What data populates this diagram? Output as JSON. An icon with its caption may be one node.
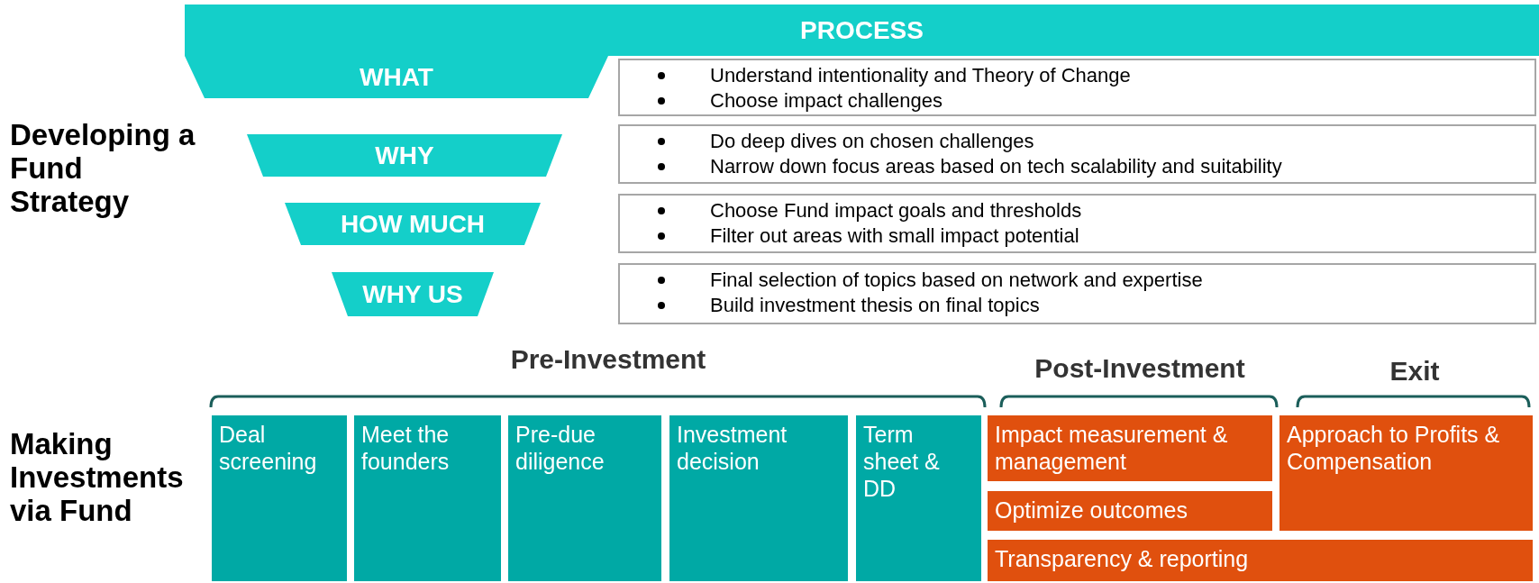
{
  "diagram": {
    "nodes": [
      {
        "text": [
          "PROCESS"
        ]
      },
      {
        "text": [
          "WHAT"
        ]
      },
      {
        "text": [
          "WHY"
        ]
      },
      {
        "text": [
          "HOW MUCH"
        ]
      },
      {
        "text": [
          "WHY US"
        ]
      },
      {
        "text": [
          "Understand intentionality and Theory of Change",
          "Choose impact challenges"
        ]
      },
      {
        "text": [
          "Do deep dives on chosen challenges",
          "Narrow down focus areas based on tech scalability and suitability"
        ]
      },
      {
        "text": [
          "Choose Fund impact goals and thresholds",
          "Filter out areas with small impact potential"
        ]
      },
      {
        "text": [
          "Final selection of topics based on network and expertise",
          "Build investment thesis on final topics"
        ]
      },
      {
        "text": [
          "Deal screening"
        ]
      },
      {
        "text": [
          "Meet the founders"
        ]
      },
      {
        "text": [
          "Pre-due diligence"
        ]
      },
      {
        "text": [
          "Investment decision"
        ]
      },
      {
        "text": [
          "Term sheet & DD"
        ]
      },
      {
        "text": [
          "Impact measurement & management"
        ]
      },
      {
        "text": [
          "Optimize outcomes"
        ]
      },
      {
        "text": [
          "Transparency & reporting"
        ]
      },
      {
        "text": [
          "Approach to Profits & Compensation"
        ]
      }
    ],
    "edges": [],
    "labels": [
      "Developing a Fund Strategy",
      "Pre-Investment",
      "Post-Investment",
      "Exit",
      "Making Investments via Fund"
    ]
  }
}
